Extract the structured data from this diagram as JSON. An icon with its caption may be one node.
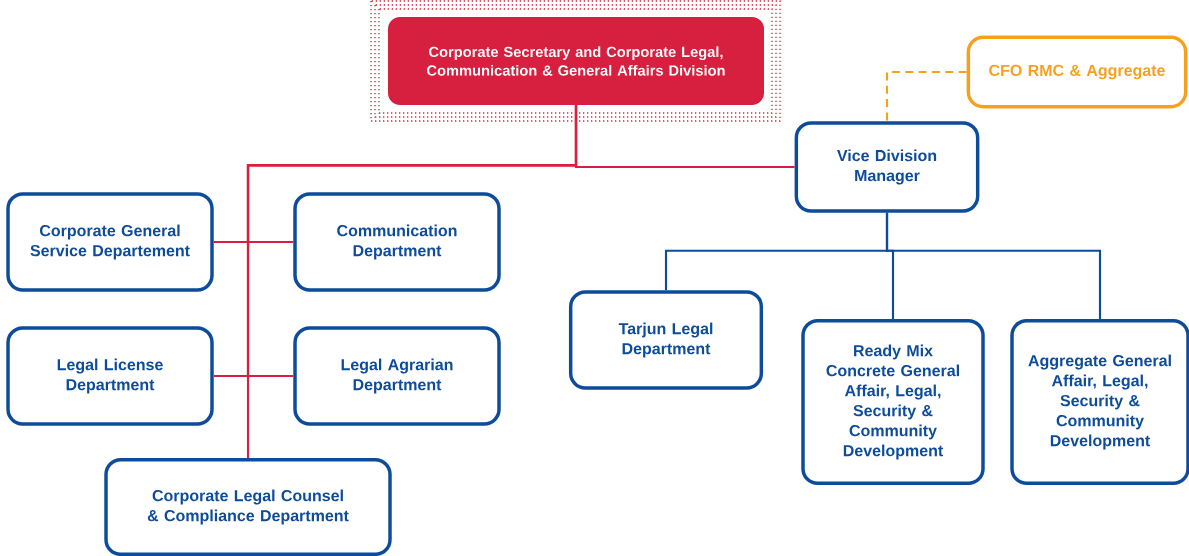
{
  "diagram": {
    "nodes": [
      {
        "text": [
          "Corporate Secretary and Corporate Legal, Communication & General Affairs Division"
        ]
      },
      {
        "text": [
          "CFO RMC & Aggregate"
        ]
      },
      {
        "text": [
          "Vice Division Manager"
        ]
      },
      {
        "text": [
          "Corporate General Service Departement"
        ]
      },
      {
        "text": [
          "Communication Department"
        ]
      },
      {
        "text": [
          "Legal License Department"
        ]
      },
      {
        "text": [
          "Legal Agrarian Department"
        ]
      },
      {
        "text": [
          "Corporate Legal Counsel & Compliance Department"
        ]
      },
      {
        "text": [
          "Tarjun Legal Department"
        ]
      },
      {
        "text": [
          "Ready Mix Concrete General Affair, Legal, Security & Community Development"
        ]
      },
      {
        "text": [
          "Aggregate General Affair, Legal, Security & Community Development"
        ]
      }
    ],
    "edges": [
      {
        "from": 0,
        "to": 2,
        "arrow": "none"
      },
      {
        "from": 0,
        "to": 3,
        "arrow": "none"
      },
      {
        "from": 0,
        "to": 4,
        "arrow": "none"
      },
      {
        "from": 0,
        "to": 5,
        "arrow": "none"
      },
      {
        "from": 0,
        "to": 6,
        "arrow": "none"
      },
      {
        "from": 0,
        "to": 7,
        "arrow": "none"
      },
      {
        "from": 1,
        "to": 2,
        "arrow": "none",
        "style": "dashed",
        "color": "#f7a01e"
      },
      {
        "from": 2,
        "to": 8,
        "arrow": "none",
        "color": "#0d4c9a"
      },
      {
        "from": 2,
        "to": 9,
        "arrow": "none",
        "color": "#0d4c9a"
      },
      {
        "from": 2,
        "to": 10,
        "arrow": "none",
        "color": "#0d4c9a"
      }
    ]
  }
}
